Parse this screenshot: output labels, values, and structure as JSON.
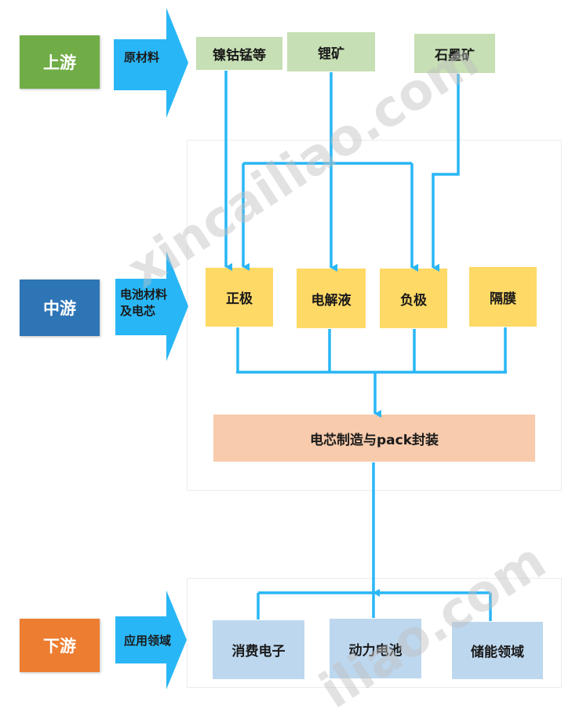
{
  "stages": {
    "upstream": {
      "label": "上游",
      "color": "#70ad47"
    },
    "midstream": {
      "label": "中游",
      "color": "#2e75b6"
    },
    "downstream": {
      "label": "下游",
      "color": "#ed7d31"
    }
  },
  "arrows": {
    "upstream": "原材料",
    "midstream_line1": "电池材料",
    "midstream_line2": "及电芯",
    "downstream": "应用领域",
    "color": "#29b6f6"
  },
  "raw_materials": {
    "nickel_cobalt_manganese": "镍钴锰等",
    "lithium_ore": "锂矿",
    "graphite_ore": "石墨矿"
  },
  "components": {
    "cathode": "正极",
    "electrolyte": "电解液",
    "anode": "负极",
    "separator": "隔膜"
  },
  "process": {
    "cell_manufacturing": "电芯制造与pack封装"
  },
  "applications": {
    "consumer_electronics": "消费电子",
    "power_battery": "动力电池",
    "energy_storage": "储能领域"
  },
  "watermark": {
    "text1": "xincailiao.com",
    "text2": "iliao.com"
  }
}
